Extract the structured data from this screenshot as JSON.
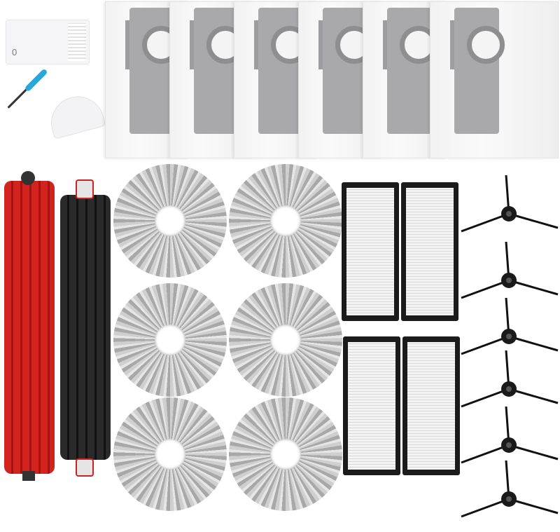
{
  "product": {
    "tool_marking": "0",
    "counts": {
      "dust_bags": 6,
      "roller_brushes": 2,
      "mop_pads": 6,
      "hepa_filters": 4,
      "side_brushes": 6
    },
    "colors": {
      "bag_card": "#a9a9ab",
      "red_brush": "#d2231f",
      "black_brush": "#2a2a2a",
      "mop": "#c4c4c4",
      "filter_frame": "#1b1b1b",
      "screwdriver": "#2aa6d8"
    }
  }
}
